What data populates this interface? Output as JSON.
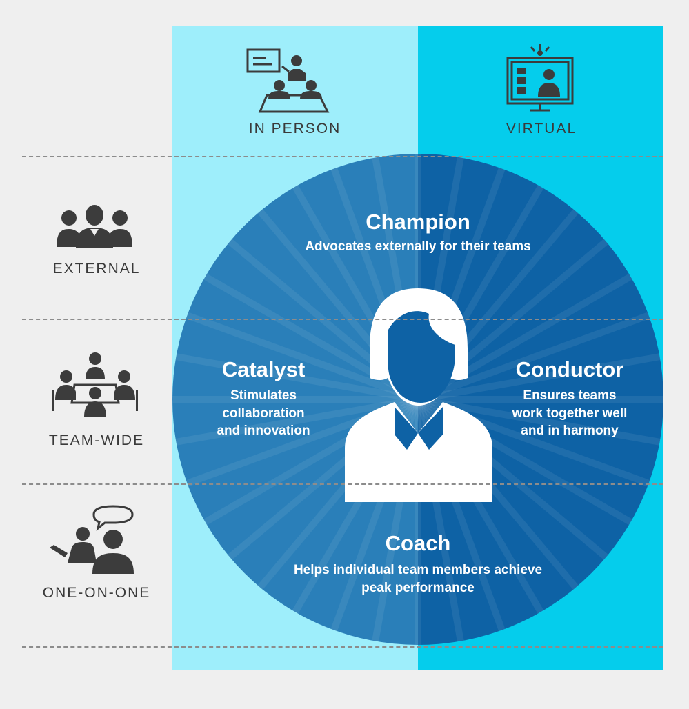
{
  "columns": {
    "in_person": "IN PERSON",
    "virtual": "VIRTUAL"
  },
  "rows": {
    "external": "EXTERNAL",
    "team_wide": "TEAM-WIDE",
    "one_on_one": "ONE-ON-ONE"
  },
  "roles": {
    "champion": {
      "title": "Champion",
      "desc": "Advocates externally for their teams"
    },
    "catalyst": {
      "title": "Catalyst",
      "desc": "Stimulates\ncollaboration\nand innovation"
    },
    "conductor": {
      "title": "Conductor",
      "desc": "Ensures teams\nwork together well\nand in harmony"
    },
    "coach": {
      "title": "Coach",
      "desc": "Helps individual team members achieve\npeak performance"
    }
  },
  "icons": {
    "in_person": "presentation-icon",
    "virtual": "video-conference-icon",
    "external": "group-icon",
    "team_wide": "meeting-table-icon",
    "one_on_one": "conversation-icon",
    "center": "leader-avatar-icon"
  },
  "colors": {
    "left_column": "#9eeefb",
    "right_column": "#05cdec",
    "circle_left": "#2a7fb9",
    "circle_right": "#0e62a5",
    "icon_gray": "#3c3c3c",
    "text": "#ffffff"
  }
}
